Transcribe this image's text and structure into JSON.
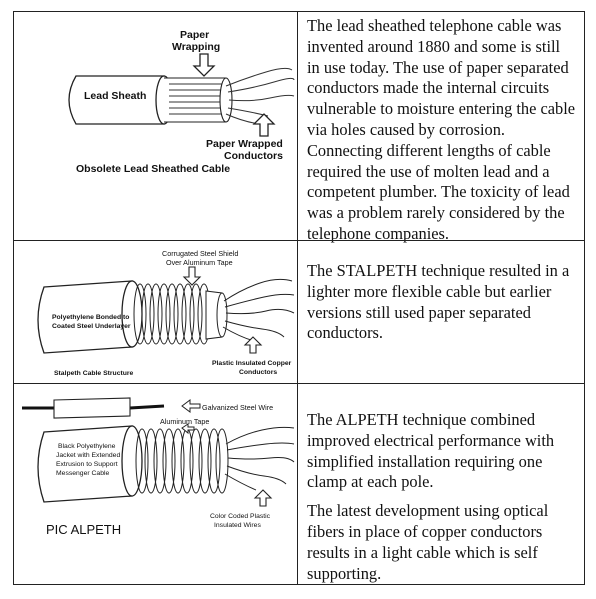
{
  "rows": [
    {
      "diagram": {
        "labels": {
          "sheath": "Lead Sheath",
          "wrap_line1": "Paper",
          "wrap_line2": "Wrapping",
          "cond_line1": "Paper Wrapped",
          "cond_line2": "Conductors",
          "caption": "Obsolete Lead Sheathed Cable"
        }
      },
      "paragraphs": [
        "The lead sheathed telephone cable was invented around 1880 and some is still in use today. The use of paper separated conductors made the internal circuits vulnerable to moisture entering the cable via holes caused by corrosion. Connecting different lengths of cable required the use of molten lead and a competent plumber.  The toxicity of lead was a problem rarely considered by the telephone companies."
      ]
    },
    {
      "diagram": {
        "labels": {
          "shield_line1": "Corrugated Steel Shield",
          "shield_line2": "Over Aluminum Tape",
          "poly_line1": "Polyethylene Bonded to",
          "poly_line2": "Coated Steel Underlayer",
          "plastic_line1": "Plastic Insulated Copper",
          "plastic_line2": "Conductors",
          "caption": "Stalpeth Cable Structure"
        }
      },
      "paragraphs": [
        "The STALPETH technique resulted in a lighter more flexible cable but earlier versions still used paper separated conductors."
      ]
    },
    {
      "diagram": {
        "labels": {
          "wire": "Galvanized Steel Wire",
          "tape": "Aluminum Tape",
          "jacket_line1": "Black Polyethylene",
          "jacket_line2": "Jacket with Extended",
          "jacket_line3": "Extrusion to Support",
          "jacket_line4": "Messenger Cable",
          "color_line1": "Color Coded Plastic",
          "color_line2": "Insulated Wires",
          "caption": "PIC ALPETH"
        }
      },
      "paragraphs": [
        "The ALPETH technique combined improved electrical performance with simplified installation requiring one clamp at each pole.",
        "The latest development using optical fibers in place of copper conductors results in a light cable which is self supporting."
      ]
    }
  ]
}
